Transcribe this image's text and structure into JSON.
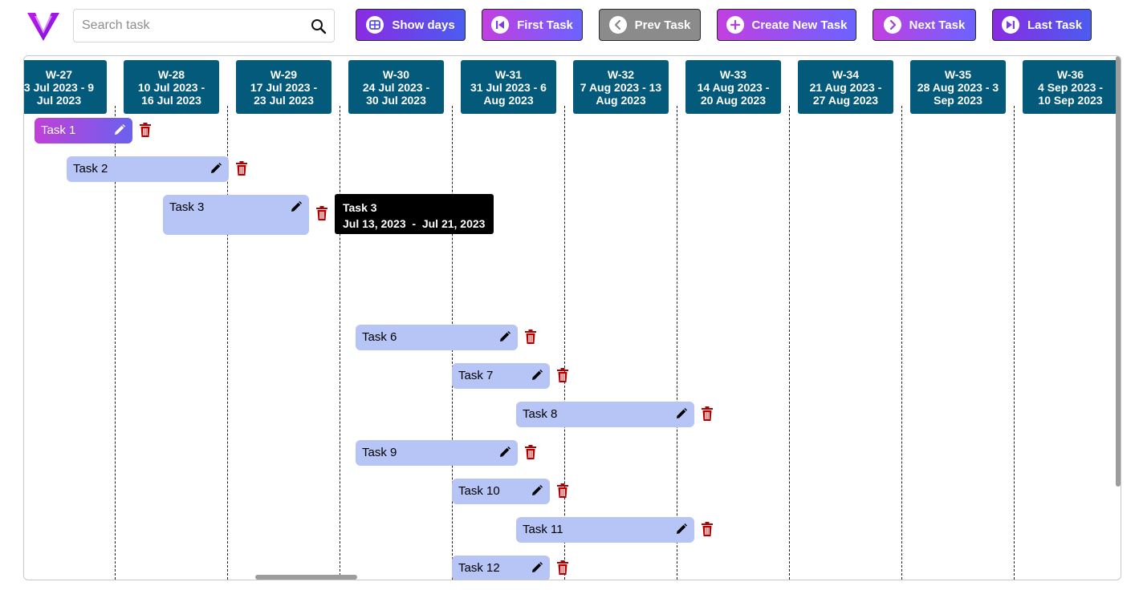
{
  "search": {
    "placeholder": "Search task",
    "value": ""
  },
  "toolbar": {
    "show_days": "Show days",
    "first_task": "First Task",
    "prev_task": "Prev Task",
    "create_task": "Create New Task",
    "next_task": "Next Task",
    "last_task": "Last Task"
  },
  "weeks": [
    {
      "label": "W-27",
      "range_1": "3 Jul 2023 - 9",
      "range_2": "Jul 2023"
    },
    {
      "label": "W-28",
      "range_1": "10 Jul 2023 -",
      "range_2": "16 Jul 2023"
    },
    {
      "label": "W-29",
      "range_1": "17 Jul 2023 -",
      "range_2": "23 Jul 2023"
    },
    {
      "label": "W-30",
      "range_1": "24 Jul 2023 -",
      "range_2": "30 Jul 2023"
    },
    {
      "label": "W-31",
      "range_1": "31 Jul 2023 - 6",
      "range_2": "Aug 2023"
    },
    {
      "label": "W-32",
      "range_1": "7 Aug 2023 - 13",
      "range_2": "Aug 2023"
    },
    {
      "label": "W-33",
      "range_1": "14 Aug 2023 -",
      "range_2": "20 Aug 2023"
    },
    {
      "label": "W-34",
      "range_1": "21 Aug 2023 -",
      "range_2": "27 Aug 2023"
    },
    {
      "label": "W-35",
      "range_1": "28 Aug 2023 - 3",
      "range_2": "Sep 2023"
    },
    {
      "label": "W-36",
      "range_1": "4 Sep 2023 -",
      "range_2": "10 Sep 2023"
    }
  ],
  "tasks": [
    {
      "name": "Task 1",
      "selected": true
    },
    {
      "name": "Task 2"
    },
    {
      "name": "Task 3"
    },
    {
      "name": "Task 6"
    },
    {
      "name": "Task 7"
    },
    {
      "name": "Task 8"
    },
    {
      "name": "Task 9"
    },
    {
      "name": "Task 10"
    },
    {
      "name": "Task 11"
    },
    {
      "name": "Task 12"
    }
  ],
  "tooltip": {
    "title": "Task 3",
    "dates": "Jul 13, 2023  -  Jul 21, 2023"
  },
  "colors": {
    "week_header": "#035a7a",
    "task_bar": "#b7c4f6",
    "trash": "#b00000",
    "brand": "#9b1ee6"
  },
  "icons": {
    "logo": "brand-v-logo",
    "search": "search-icon",
    "show_days": "grid-icon",
    "first_task": "skip-first-icon",
    "prev_task": "chevron-left-icon",
    "create_task": "plus-circle-icon",
    "next_task": "chevron-right-icon",
    "last_task": "skip-last-icon",
    "edit": "pencil-icon",
    "delete": "trash-icon"
  }
}
